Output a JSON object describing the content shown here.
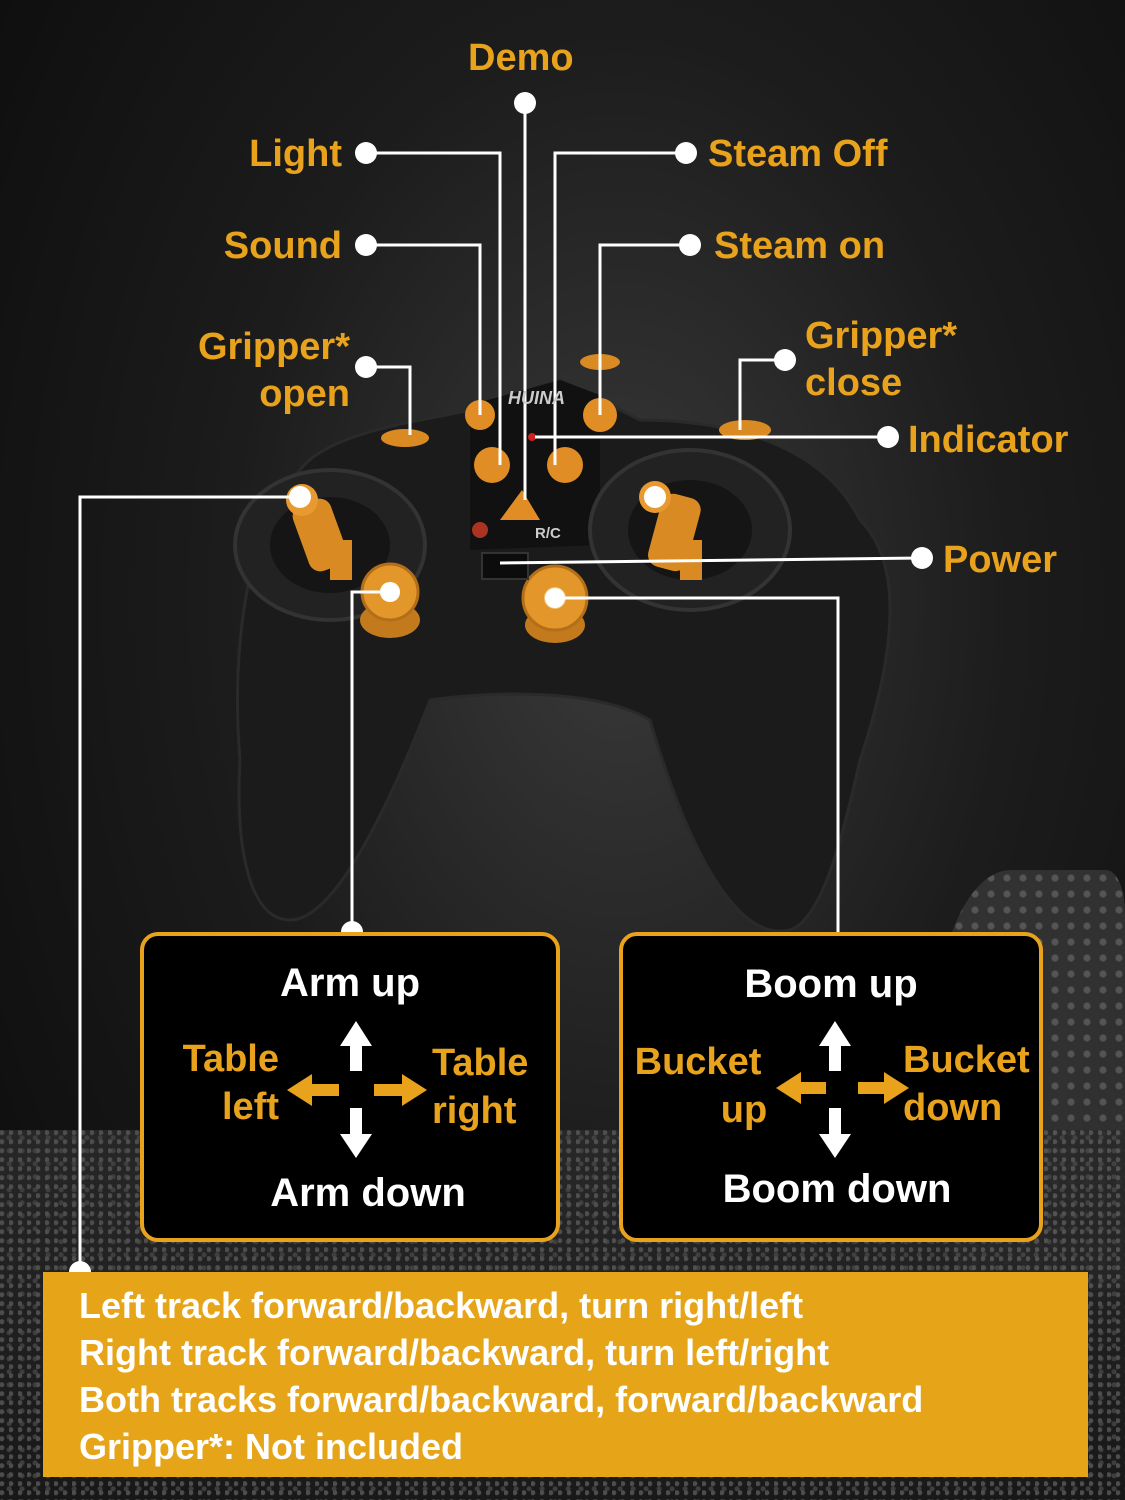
{
  "labels": {
    "demo": "Demo",
    "light": "Light",
    "steam_off": "Steam Off",
    "sound": "Sound",
    "steam_on": "Steam on",
    "gripper_open_1": "Gripper*",
    "gripper_open_2": "open",
    "gripper_close_1": "Gripper*",
    "gripper_close_2": "close",
    "indicator": "Indicator",
    "power": "Power"
  },
  "left_panel": {
    "up": "Arm up",
    "down": "Arm down",
    "left_1": "Table",
    "left_2": "left",
    "right_1": "Table",
    "right_2": "right"
  },
  "right_panel": {
    "up": "Boom up",
    "down": "Boom down",
    "left_1": "Bucket",
    "left_2": "up",
    "right_1": "Bucket",
    "right_2": "down"
  },
  "bottom_lines": [
    "Left track forward/backward, turn right/left",
    "Right track forward/backward, turn left/right",
    "Both tracks forward/backward, forward/backward",
    "Gripper*: Not included"
  ],
  "controller_text": {
    "brand": "HUINA",
    "rc": "R/C"
  },
  "colors": {
    "accent": "#e8a21c",
    "text_light": "#ffffff",
    "controller_body": "#1a1a1a"
  }
}
